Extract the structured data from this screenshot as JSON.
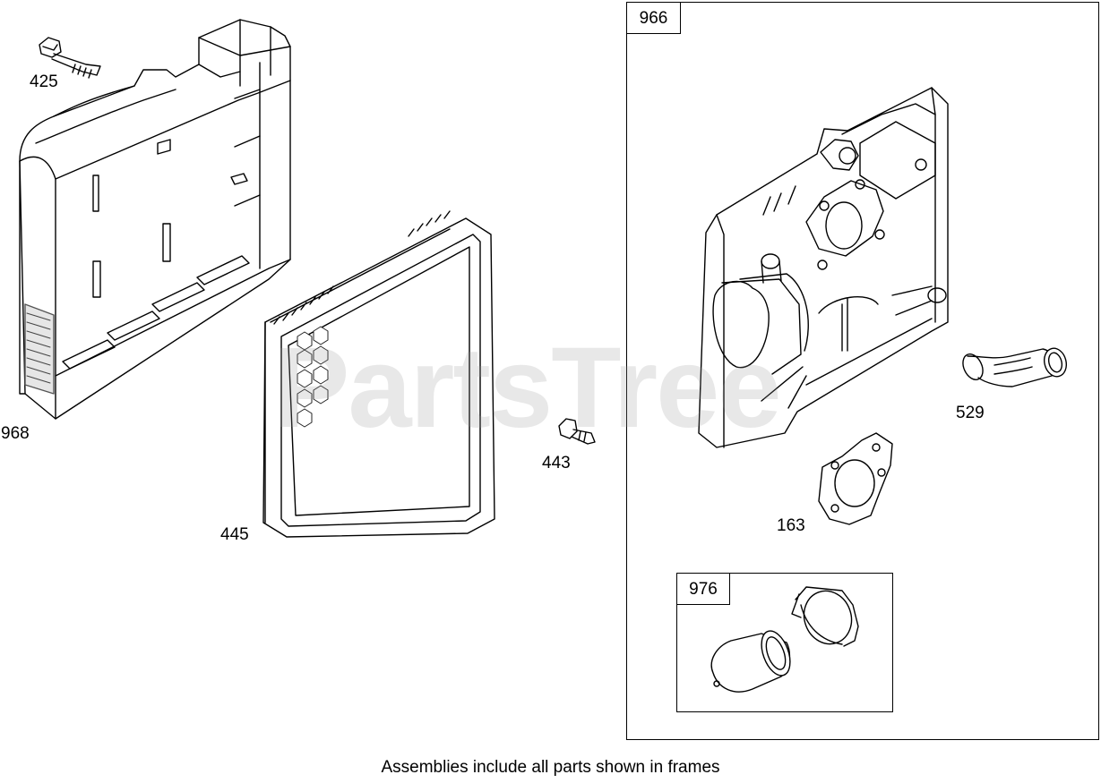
{
  "watermark": "PartsTree",
  "caption": "Assemblies include all parts shown in frames",
  "parts": {
    "p425": "425",
    "p968": "968",
    "p445": "445",
    "p443": "443",
    "p529": "529",
    "p163": "163"
  },
  "frames": {
    "f966": "966",
    "f976": "976"
  }
}
